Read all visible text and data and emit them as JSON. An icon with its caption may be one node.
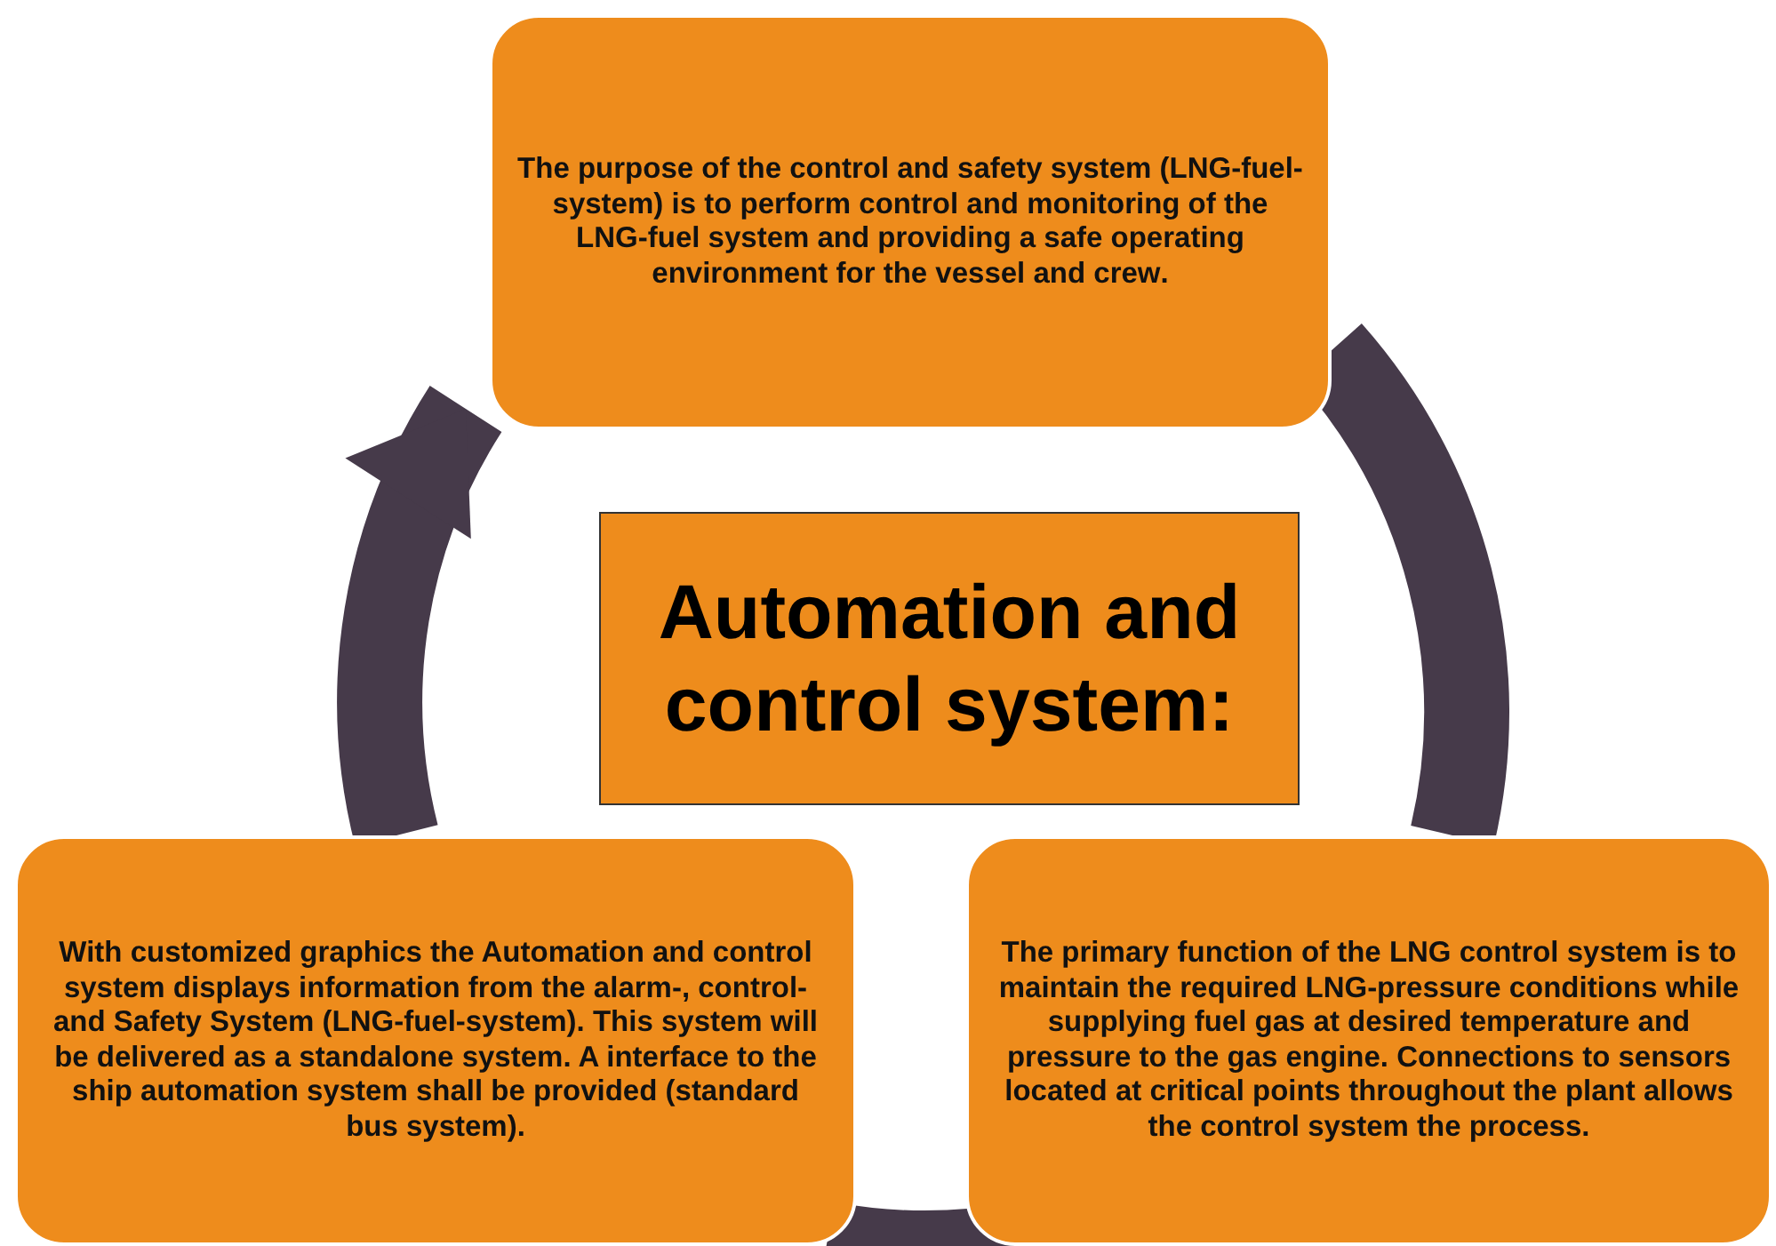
{
  "diagram": {
    "nodes": [
      {
        "text": [
          "**The purpose of the control and safety system (LNG-fuel-system) is to perform control and monitoring of the LNG-fuel system and providing a safe operating environment for the vessel and crew**."
        ]
      },
      {
        "text": [
          "Automation and control system:"
        ]
      },
      {
        "text": [
          "With customized graphics the Automation and control system displays information from the alarm-, control- and Safety System (LNG-fuel-system). This system will be delivered as a standalone system. A interface to the ship automation system shall be provided (standard bus system)."
        ]
      },
      {
        "text": [
          "The primary function of the LNG control system is to maintain the required LNG-pressure conditions while supplying fuel gas at desired temperature and pressure to the gas engine. Connections to sensors located at critical points throughout the plant allows the control system the process."
        ]
      }
    ],
    "edges": [
      {
        "from": 0,
        "to": 3,
        "arrow": "none"
      },
      {
        "from": 3,
        "to": 2,
        "arrow": "none"
      },
      {
        "from": 2,
        "to": 0,
        "arrow": "to"
      }
    ]
  }
}
